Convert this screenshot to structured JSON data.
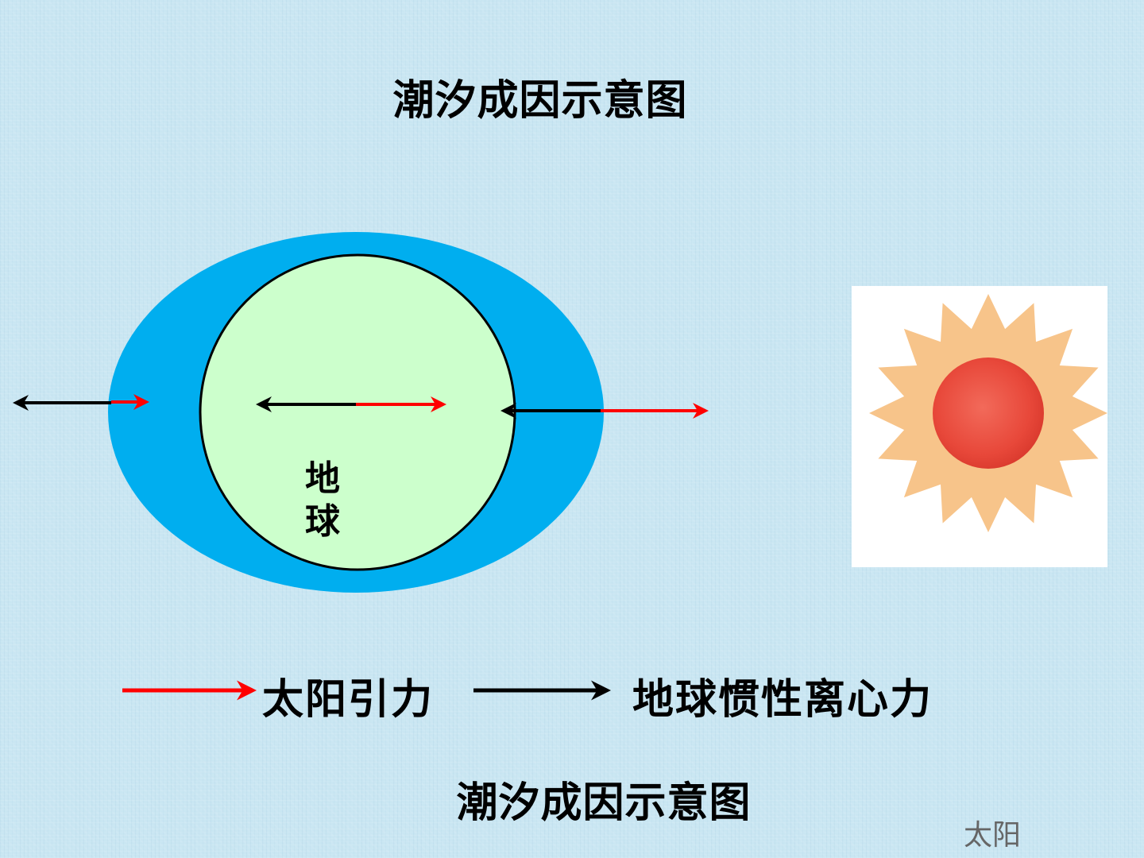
{
  "title_top": "潮汐成因示意图",
  "title_bottom": "潮汐成因示意图",
  "earth": {
    "label_line1": "地",
    "label_line2": "球"
  },
  "sun": {
    "label": "太阳"
  },
  "legend": {
    "sun_gravity": "太阳引力",
    "earth_centrifugal": "地球惯性离心力"
  },
  "colors": {
    "background": "#c9e6f2",
    "ocean": "#00aeef",
    "land": "#ccffcc",
    "sun_gravity_arrow": "#ff0000",
    "centrifugal_arrow": "#000000",
    "sun_core": "#e8483a",
    "sun_rays": "#f7c48a"
  }
}
